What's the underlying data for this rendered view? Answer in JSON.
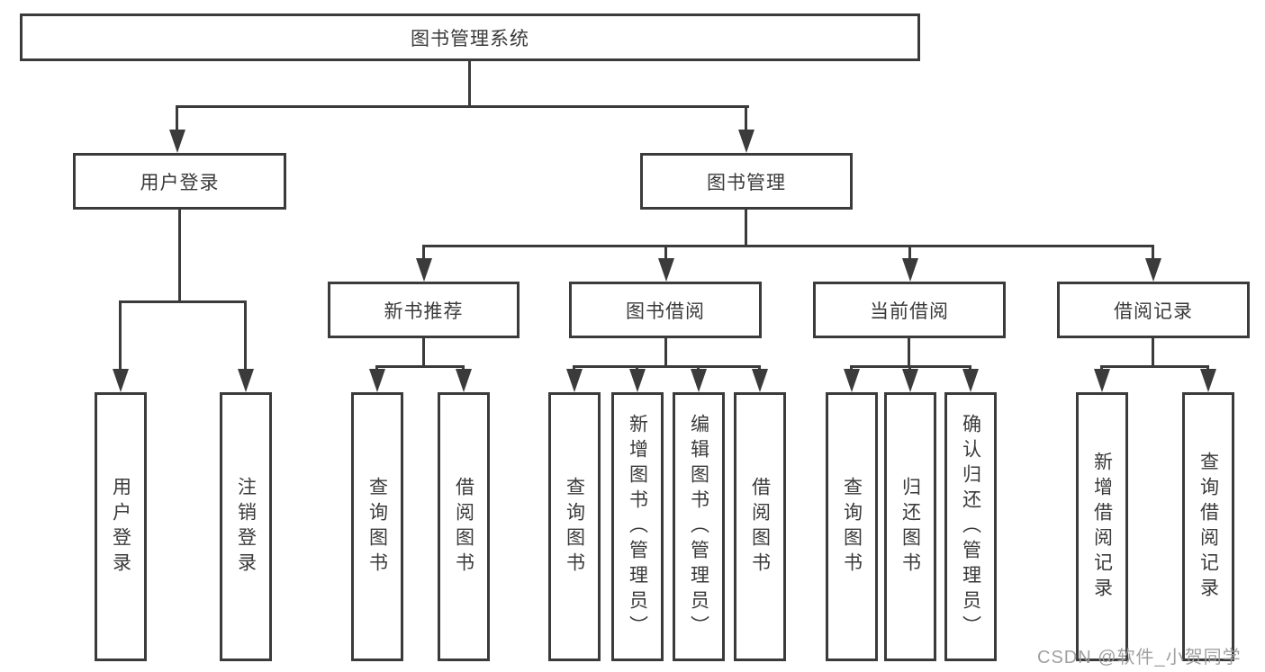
{
  "colors": {
    "line": "#3b3b3b",
    "box_border": "#3b3b3b",
    "text": "#3a3a3a",
    "background": "#ffffff",
    "watermark": "#9b9b9b"
  },
  "diagram": {
    "root": {
      "label": "图书管理系统"
    },
    "branches": {
      "user_login": {
        "label": "用户登录",
        "children": {
          "login": {
            "label": "用户登录"
          },
          "logout": {
            "label": "注销登录"
          }
        }
      },
      "book_management": {
        "label": "图书管理",
        "children": {
          "new_book_recommend": {
            "label": "新书推荐",
            "children": {
              "query_books": {
                "label": "查询图书"
              },
              "borrow_books": {
                "label": "借阅图书"
              }
            }
          },
          "book_borrowing": {
            "label": "图书借阅",
            "children": {
              "query_books": {
                "label": "查询图书"
              },
              "add_books": {
                "label": "新增图书（管理员）"
              },
              "edit_books": {
                "label": "编辑图书（管理员）"
              },
              "borrow_books": {
                "label": "借阅图书"
              }
            }
          },
          "current_borrowing": {
            "label": "当前借阅",
            "children": {
              "query_books": {
                "label": "查询图书"
              },
              "return_books": {
                "label": "归还图书"
              },
              "confirm_return": {
                "label": "确认归还（管理员）"
              }
            }
          },
          "borrowing_records": {
            "label": "借阅记录",
            "children": {
              "add_record": {
                "label": "新增借阅记录"
              },
              "query_record": {
                "label": "查询借阅记录"
              }
            }
          }
        }
      }
    }
  },
  "watermark": {
    "text": "CSDN @软件_小贺同学"
  }
}
